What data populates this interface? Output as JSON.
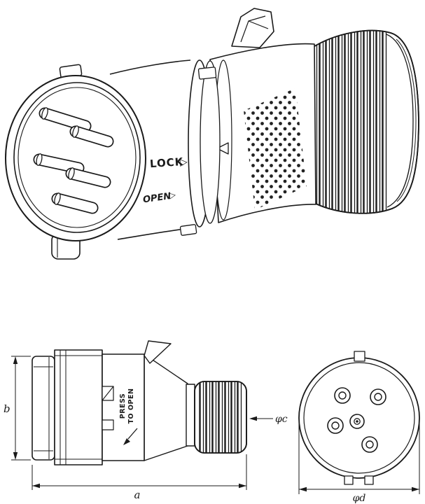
{
  "drawing": {
    "perspective": {
      "lock_label": "LOCK",
      "lock_arrow": "▷",
      "open_label": "OPEN",
      "open_arrow": "▷"
    },
    "side_view": {
      "press_line1": "PRESS",
      "press_line2": "TO OPEN",
      "dim_width": "a",
      "dim_height": "b",
      "dim_gland": "φc"
    },
    "front_view": {
      "dim_diameter": "φd"
    },
    "colors": {
      "line": "#1a1a1a",
      "background": "#ffffff"
    }
  }
}
